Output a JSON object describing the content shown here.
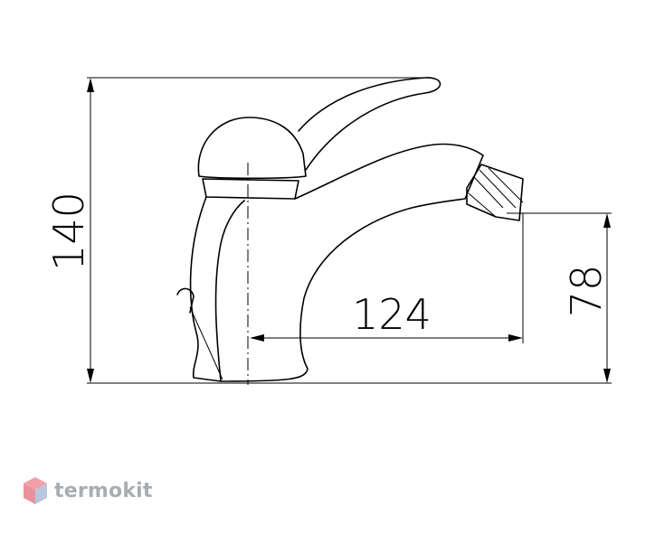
{
  "dimensions": {
    "height_label": "140",
    "reach_label": "124",
    "spout_height_label": "78"
  },
  "logo": {
    "text": "termokit",
    "colors": {
      "top": "#f2a0a8",
      "left": "#e8939c",
      "right": "#b9c7dc",
      "text": "#a9adb2"
    }
  }
}
